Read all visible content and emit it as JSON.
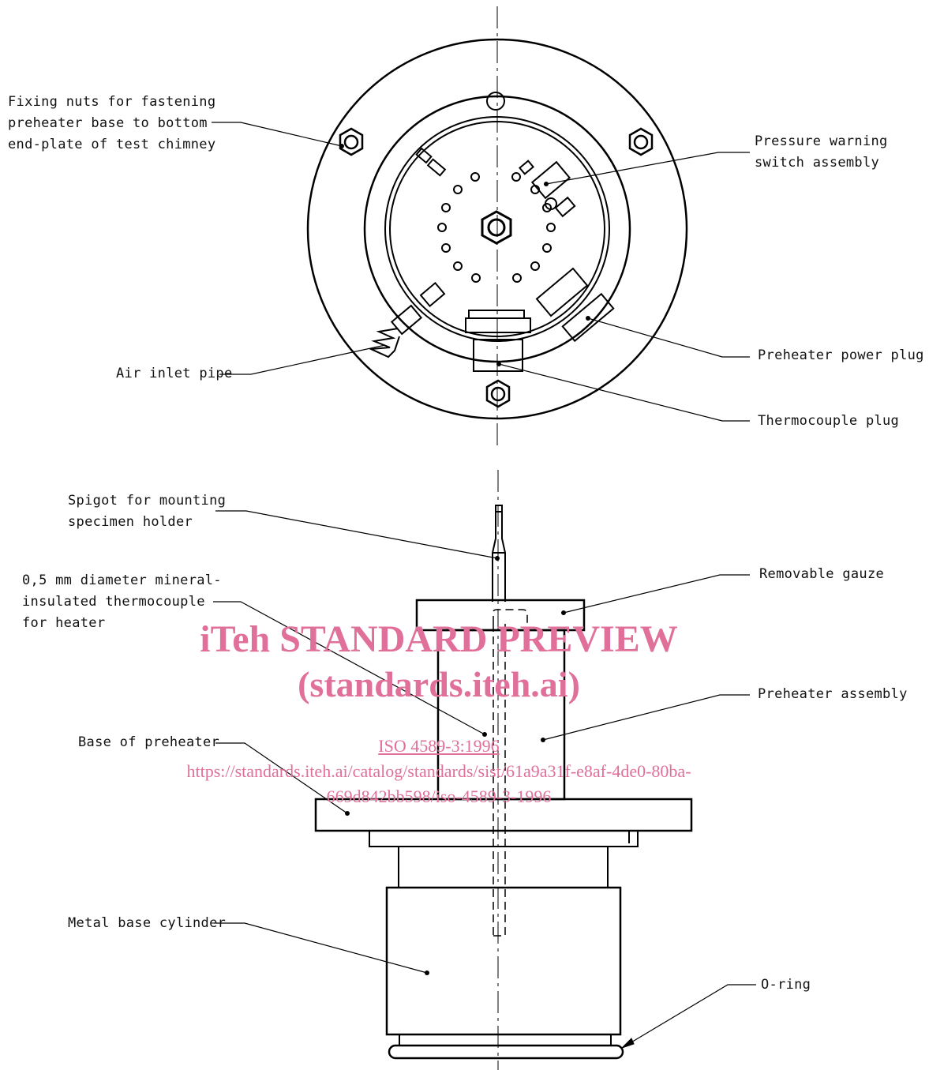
{
  "labels": {
    "fixing_nuts": "Fixing nuts for fastening\npreheater base to bottom\nend-plate of test chimney",
    "pressure_warning": "Pressure warning\nswitch assembly",
    "preheater_power_plug": "Preheater power plug",
    "air_inlet_pipe": "Air inlet pipe",
    "thermocouple_plug": "Thermocouple plug",
    "spigot": "Spigot for mounting\nspecimen holder",
    "mineral_thermocouple": "0,5 mm diameter mineral-\ninsulated thermocouple\nfor heater",
    "removable_gauze": "Removable gauze",
    "preheater_assembly": "Preheater assembly",
    "base_of_preheater": "Base of preheater",
    "metal_base_cylinder": "Metal base cylinder",
    "o_ring": "O-ring"
  },
  "watermark": {
    "title": "iTeh STANDARD PREVIEW",
    "subtitle": "(standards.iteh.ai)",
    "iso": "ISO 4589-3:1996",
    "url_line1": "https://standards.iteh.ai/catalog/standards/sist/61a9a31f-e8af-4de0-80ba-",
    "url_line2": "669d842bb598/iso-4589-3-1996",
    "color": "#e0709a"
  }
}
